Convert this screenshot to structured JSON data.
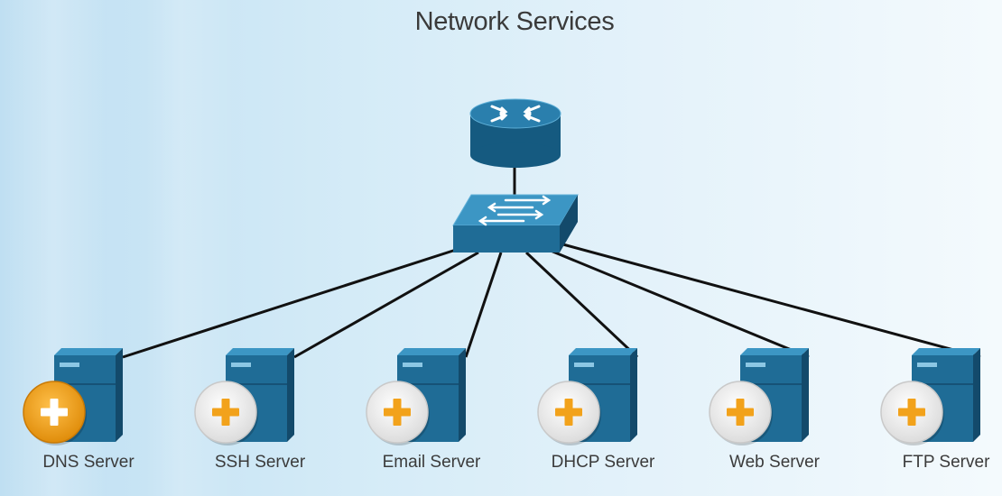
{
  "title": "Network Services",
  "colors": {
    "device_front": "#1f6c96",
    "device_side": "#134a6b",
    "device_top": "#3c96c4",
    "cable": "#111111",
    "badge_active": "#f2a21b",
    "badge_plus": "#f2a21b"
  },
  "icons": {
    "router": "router-icon",
    "switch": "switch-icon",
    "server": "server-icon",
    "badge": "plus-badge-icon"
  },
  "servers": [
    {
      "label": "DNS Server",
      "active": true
    },
    {
      "label": "SSH Server",
      "active": false
    },
    {
      "label": "Email Server",
      "active": false
    },
    {
      "label": "DHCP Server",
      "active": false
    },
    {
      "label": "Web Server",
      "active": false
    },
    {
      "label": "FTP Server",
      "active": false
    }
  ]
}
